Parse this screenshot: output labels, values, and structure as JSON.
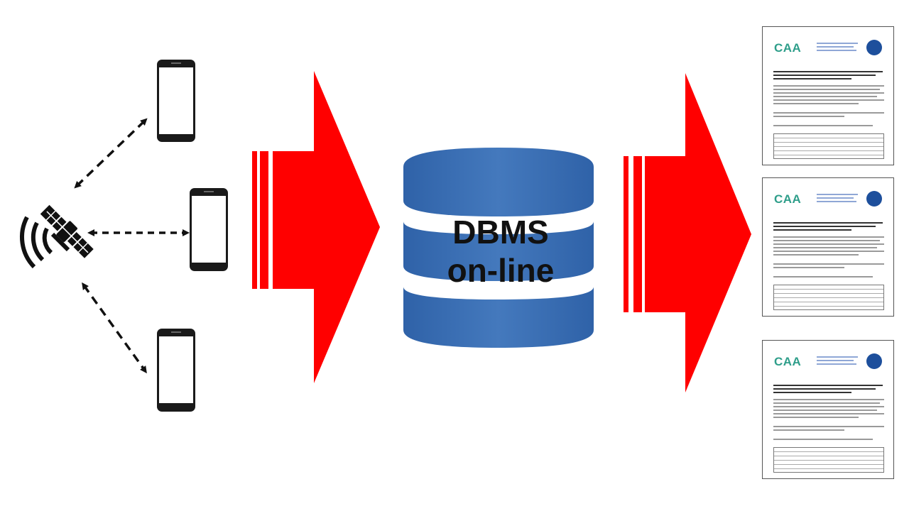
{
  "diagram": {
    "database_label_line1": "DBMS",
    "database_label_line2": "on-line",
    "colors": {
      "arrow_red": "#ff0000",
      "database_blue": "#3a6fb3",
      "database_stripe": "#ffffff",
      "device_outline": "#1a1a1a",
      "doc_logo_teal": "#2e9e8a"
    },
    "icons": {
      "satellite": "satellite-icon",
      "smartphone": "smartphone-icon",
      "database": "database-cylinder-icon",
      "document": "report-document-icon"
    },
    "document_logo_text": "CAA",
    "document_count": 3,
    "smartphone_count": 3
  }
}
